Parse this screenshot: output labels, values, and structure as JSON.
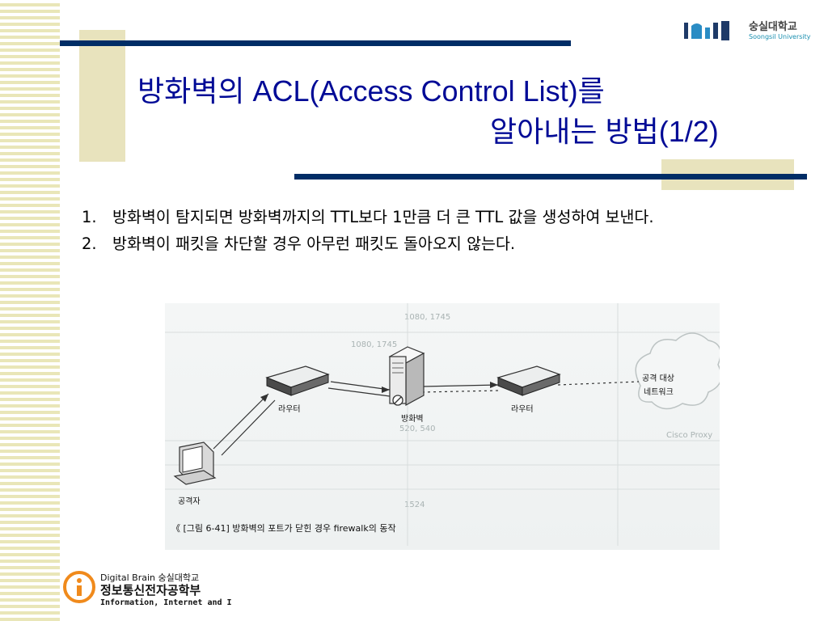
{
  "slide": {
    "title_line1": "방화벽의 ACL(Access Control List)를",
    "title_line2": "알아내는 방법(1/2)",
    "items": [
      {
        "num": "1.",
        "text": "방화벽이 탐지되면 방화벽까지의 TTL보다 1만큼 더 큰 TTL 값을 생성하여 보낸다."
      },
      {
        "num": "2.",
        "text": "방화벽이 패킷을 차단할 경우 아무런 패킷도 돌아오지 않는다."
      }
    ]
  },
  "university_logo": {
    "name_ko": "숭실대학교",
    "name_en": "Soongsil University"
  },
  "figure": {
    "labels": {
      "router_left": "라우터",
      "firewall": "방화벽",
      "router_right": "라우터",
      "target_line1": "공격 대상",
      "target_line2": "네트워크",
      "attacker": "공격자"
    },
    "caption": "《 [그림 6-41] 방화벽의 포트가 닫힌 경우 firewalk의 동작",
    "show_through": [
      "1080, 1745",
      "1080, 1745",
      "Cisco Proxy",
      "520, 540",
      "1524"
    ]
  },
  "dept_logo": {
    "line1": "Digital Brain 숭실대학교",
    "line2": "정보통신전자공학부",
    "line3": "Information, Internet and I"
  },
  "colors": {
    "title": "#000a96",
    "rule": "#002d66",
    "accent_block": "#e8e3bd",
    "stripe": "#e9e6b8"
  }
}
